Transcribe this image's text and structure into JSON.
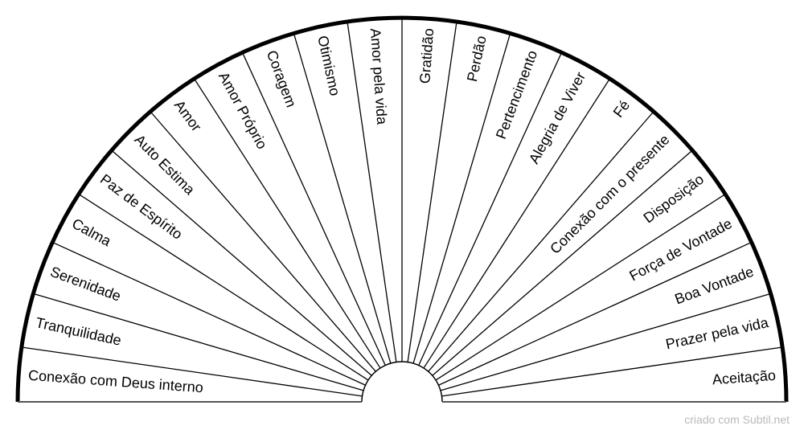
{
  "chart": {
    "sectors": [
      "Conexão com Deus interno",
      "Tranquilidade",
      "Serenidade",
      "Calma",
      "Paz de Espírito",
      "Auto Estima",
      "Amor",
      "Amor Próprio",
      "Coragem",
      "Otimismo",
      "Amor pela vida",
      "Gratidão",
      "Perdão",
      "Pertencimento",
      "Alegria de Viver",
      "Fé",
      "Conexão com o presente",
      "Disposição",
      "Força de Vontade",
      "Boa Vontade",
      "Prazer pela vida",
      "Aceitação"
    ]
  },
  "watermark": "criado com Subtil.net"
}
